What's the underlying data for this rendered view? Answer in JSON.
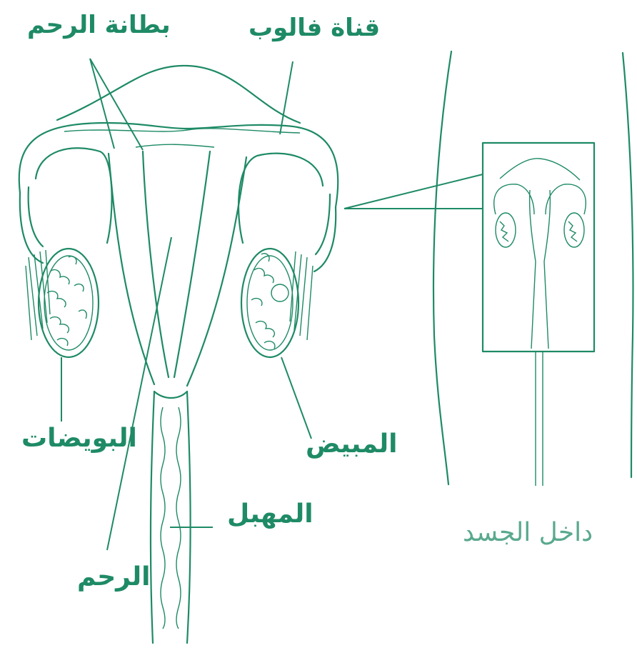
{
  "labels": {
    "endometrium": "بطانة الرحم",
    "fallopian_tube": "قناة فالوب",
    "eggs": "البويضات",
    "ovary": "المبيض",
    "vagina": "المهبل",
    "uterus": "الرحم",
    "inside_body": "داخل الجسد"
  },
  "colors": {
    "line": "#1e8a66",
    "faded_label": "#5aa98e",
    "background": "#ffffff"
  }
}
